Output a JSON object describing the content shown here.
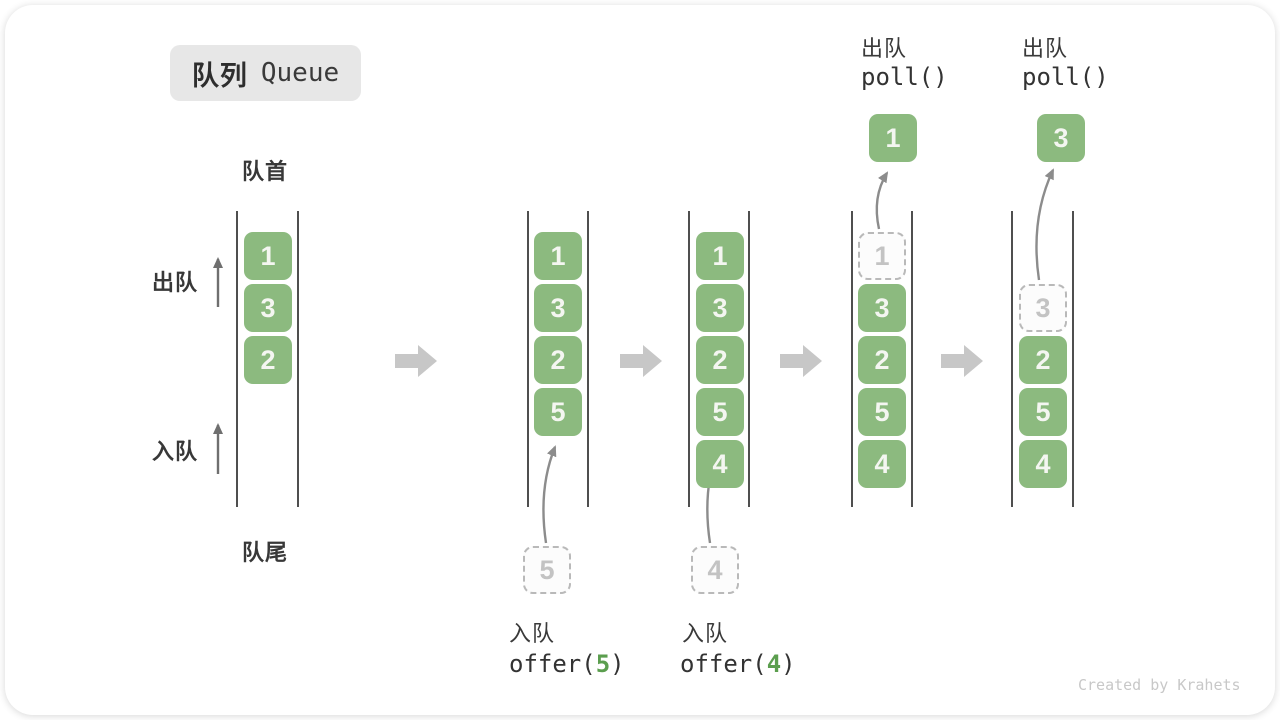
{
  "title": {
    "zh": "队列",
    "en": "Queue"
  },
  "labels": {
    "front": "队首",
    "rear": "队尾",
    "dequeue": "出队",
    "enqueue": "入队"
  },
  "watermark": "Created by Krahets",
  "colors": {
    "item_green": "#8cba7f",
    "code_arg_green": "#5b9e4e",
    "block_arrow_gray": "#c7c7c7",
    "badge_bg": "#e7e7e7"
  },
  "states": [
    {
      "name": "initial",
      "slots": [
        {
          "value": "1"
        },
        {
          "value": "3"
        },
        {
          "value": "2"
        }
      ]
    },
    {
      "name": "after-offer-5",
      "slots": [
        {
          "value": "1"
        },
        {
          "value": "3"
        },
        {
          "value": "2"
        },
        {
          "value": "5"
        }
      ],
      "pending_value": "5",
      "op": {
        "action": "入队",
        "code_pre": "offer(",
        "code_arg": "5",
        "code_post": ")"
      }
    },
    {
      "name": "after-offer-4",
      "slots": [
        {
          "value": "1"
        },
        {
          "value": "3"
        },
        {
          "value": "2"
        },
        {
          "value": "5"
        },
        {
          "value": "4"
        }
      ],
      "pending_value": "4",
      "op": {
        "action": "入队",
        "code_pre": "offer(",
        "code_arg": "4",
        "code_post": ")"
      }
    },
    {
      "name": "after-poll-1",
      "slots": [
        {
          "value": "1",
          "removed": true
        },
        {
          "value": "3"
        },
        {
          "value": "2"
        },
        {
          "value": "5"
        },
        {
          "value": "4"
        }
      ],
      "popped_value": "1",
      "op": {
        "action": "出队",
        "code": "poll()"
      }
    },
    {
      "name": "after-poll-3",
      "slots": [
        {
          "value": "3",
          "removed": true
        },
        {
          "value": "2"
        },
        {
          "value": "5"
        },
        {
          "value": "4"
        }
      ],
      "popped_value": "3",
      "op": {
        "action": "出队",
        "code": "poll()"
      }
    }
  ]
}
